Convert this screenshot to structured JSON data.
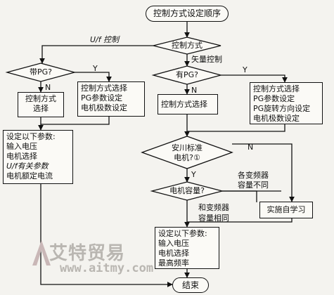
{
  "start": "控制方式设定顺序",
  "end": "结束",
  "decisions": {
    "control_mode": "控制方式",
    "has_pg_left": "带PG?",
    "has_pg_right": "有PG?",
    "yaskawa_std_line1": "安川标准",
    "yaskawa_std_line2": "电机?①",
    "motor_capacity": "电机容量?"
  },
  "branch_labels": {
    "vf_control": "U/f 控制",
    "vector_control": "矢量控制",
    "y_left": "Y",
    "n_left": "N",
    "y_right": "Y",
    "n_right": "N",
    "y_yaskawa": "Y",
    "n_yaskawa": "N",
    "different_line1": "各变频器",
    "different_line2": "容量不同",
    "same_line1": "和变频器",
    "same_line2": "容量相同"
  },
  "boxes": {
    "left_select": [
      "控制方式",
      "选择"
    ],
    "left_pg_setup": [
      "控制方式选择",
      "PG参数设定",
      "电机极数设定"
    ],
    "left_params": [
      "设定以下参数:",
      "输入电压",
      "电机选择",
      "U/f有关参数",
      "电机额定电流"
    ],
    "right_select": [
      "控制方式选择"
    ],
    "right_pg_setup": [
      "控制方式选择",
      "PG参数设定",
      "PG旋转方向设定",
      "电机极数设定"
    ],
    "self_learning": [
      "实施自学习"
    ],
    "bottom_params": [
      "设定以下参数:",
      "输入电压",
      "电机选择",
      "最高频率"
    ]
  },
  "watermark": {
    "logo": "艾特贸易",
    "url": "www.aitmy.com"
  }
}
